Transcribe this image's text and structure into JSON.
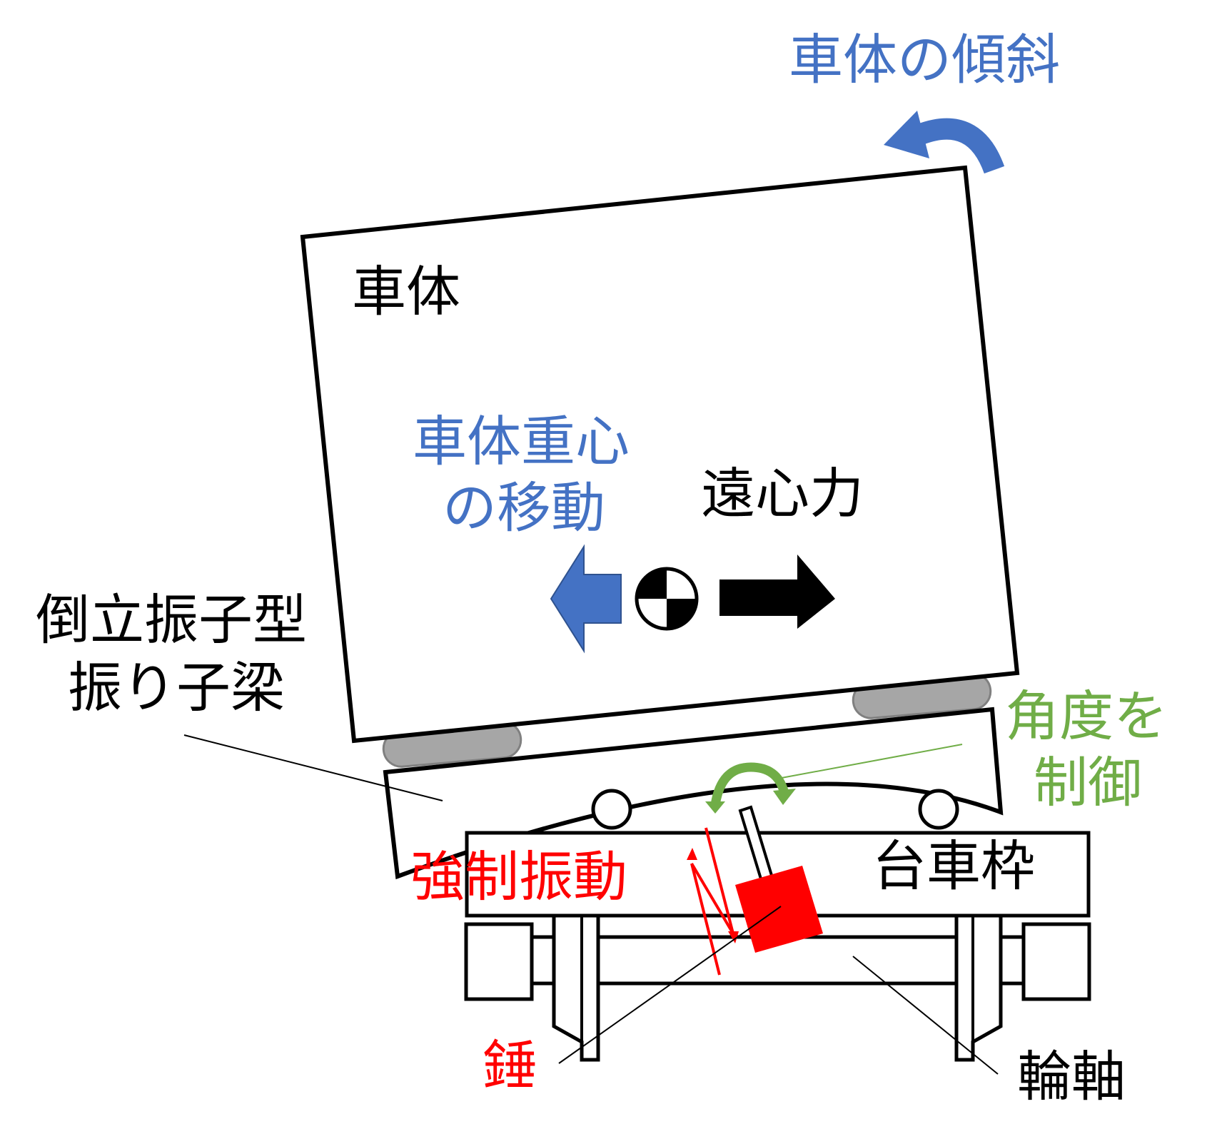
{
  "labels": {
    "body_tilt": "車体の傾斜",
    "car_body": "車体",
    "cog_shift_line1": "車体重心",
    "cog_shift_line2": "の移動",
    "centrifugal": "遠心力",
    "pendulum_line1": "倒立振子型",
    "pendulum_line2": "振り子梁",
    "angle_line1": "角度を",
    "angle_line2": "制御",
    "forced_vibration": "強制振動",
    "bogie_frame": "台車枠",
    "weight": "錘",
    "wheelset": "輪軸"
  },
  "colors": {
    "blue": "#4472C4",
    "green": "#70AD47",
    "red": "#FF0000",
    "black": "#000000",
    "gray": "#A6A6A6"
  }
}
